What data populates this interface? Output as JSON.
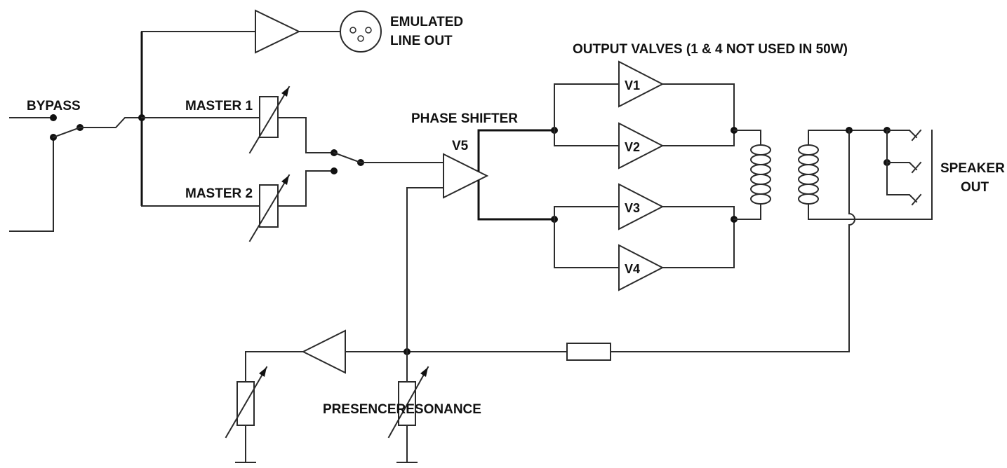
{
  "labels": {
    "bypass": "BYPASS",
    "master1": "MASTER 1",
    "master2": "MASTER 2",
    "emulated_line1": "EMULATED",
    "emulated_line2": "LINE OUT",
    "phase_shifter": "PHASE SHIFTER",
    "v5": "V5",
    "output_valves": "OUTPUT VALVES (1 & 4 NOT USED IN 50W)",
    "v1": "V1",
    "v2": "V2",
    "v3": "V3",
    "v4": "V4",
    "speaker_line1": "SPEAKER",
    "speaker_line2": "OUT",
    "presence_resonance": "PRESENCERESONANCE"
  }
}
